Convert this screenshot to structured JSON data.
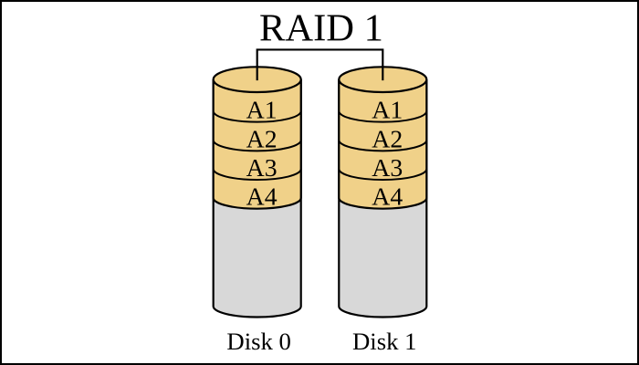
{
  "title": "RAID 1",
  "disks": [
    {
      "label": "Disk 0",
      "blocks": [
        "A1",
        "A2",
        "A3",
        "A4"
      ]
    },
    {
      "label": "Disk 1",
      "blocks": [
        "A1",
        "A2",
        "A3",
        "A4"
      ]
    }
  ],
  "colors": {
    "block_fill": "#F0D189",
    "free_fill": "#D8D8D8",
    "outline": "#000000",
    "background": "#FFFFFF"
  }
}
